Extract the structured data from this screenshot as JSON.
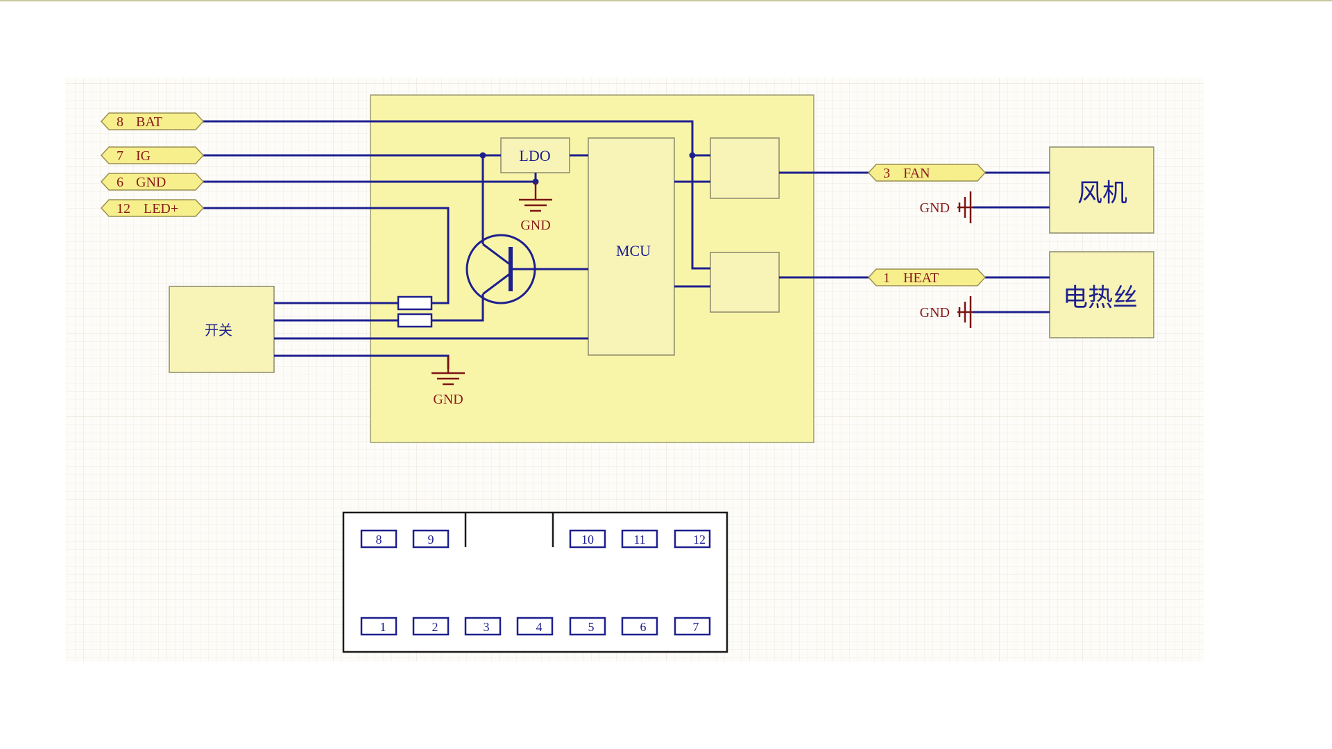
{
  "ports_left": [
    {
      "num": "8",
      "name": "BAT"
    },
    {
      "num": "7",
      "name": "IG"
    },
    {
      "num": "6",
      "name": "GND"
    },
    {
      "num": "12",
      "name": "LED+"
    }
  ],
  "ports_right": [
    {
      "num": "3",
      "name": "FAN"
    },
    {
      "num": "1",
      "name": "HEAT"
    }
  ],
  "blocks": {
    "ldo": "LDO",
    "mcu": "MCU",
    "switch": "开关",
    "fan": "风机",
    "heater": "电热丝"
  },
  "gnd_label": "GND",
  "connector": {
    "top_row": [
      "8",
      "9",
      "10",
      "11",
      "12"
    ],
    "bottom_row": [
      "1",
      "2",
      "3",
      "4",
      "5",
      "6",
      "7"
    ]
  },
  "colors": {
    "wire": "#1d1f8f",
    "label": "#8a1a1a",
    "block_fill": "#f8f4b8",
    "port_fill": "#f6ef8c"
  }
}
